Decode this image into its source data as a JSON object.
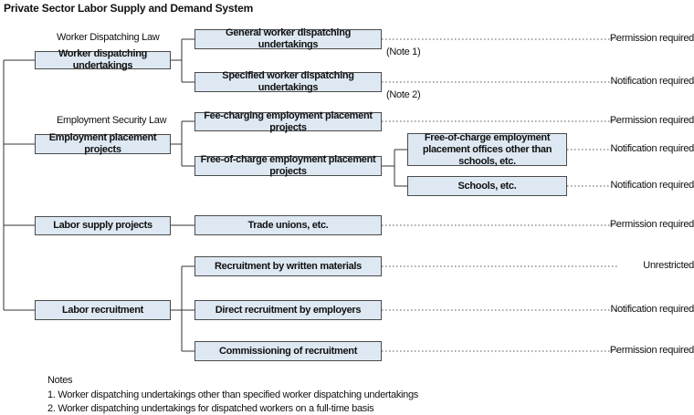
{
  "title": "Private Sector Labor Supply and Demand System",
  "laws": {
    "worker_dispatching": "Worker Dispatching Law",
    "employment_security": "Employment Security Law"
  },
  "categories": {
    "worker_dispatching": "Worker dispatching undertakings",
    "employment_placement": "Employment placement projects",
    "labor_supply": "Labor supply projects",
    "labor_recruitment": "Labor recruitment"
  },
  "items": {
    "general_dispatching": "General worker dispatching undertakings",
    "specified_dispatching": "Specified worker dispatching undertakings",
    "fee_charging": "Fee-charging employment placement projects",
    "free_of_charge": "Free-of-charge employment placement projects",
    "free_offices": "Free-of-charge employment placement offices other than schools, etc.",
    "schools": "Schools, etc.",
    "trade_unions": "Trade unions, etc.",
    "written_materials": "Recruitment by written materials",
    "direct_recruitment": "Direct recruitment by employers",
    "commissioning": "Commissioning of recruitment"
  },
  "note_marks": {
    "note1": "(Note 1)",
    "note2": "(Note 2)"
  },
  "results": {
    "general_dispatching": "Permission required",
    "specified_dispatching": "Notification required",
    "fee_charging": "Permission required",
    "free_offices": "Notification required",
    "schools": "Notification required",
    "trade_unions": "Permission required",
    "written_materials": "Unrestricted",
    "direct_recruitment": "Notification required",
    "commissioning": "Permission required"
  },
  "notes": {
    "heading": "Notes",
    "line1": "1. Worker dispatching undertakings other than specified worker dispatching undertakings",
    "line2": "2. Worker dispatching undertakings for dispatched workers on a full-time basis"
  }
}
